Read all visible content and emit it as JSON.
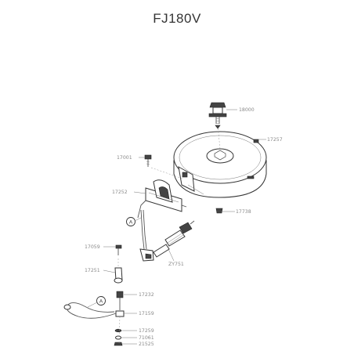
{
  "title": "FJ180V",
  "reference_marker": "A",
  "part_labels": {
    "starter_bolt": "18000",
    "flywheel": "17257",
    "coil_screw": "17001",
    "ignition_coil": "17252",
    "key": "17738",
    "plug_wire_bracket": "17059",
    "wire_clip": "17251",
    "spark_plug": "ZY751",
    "terminal_a": "17232",
    "terminal_b": "17159",
    "washer": "17259",
    "nut_a": "71061",
    "nut_b": "21525"
  }
}
